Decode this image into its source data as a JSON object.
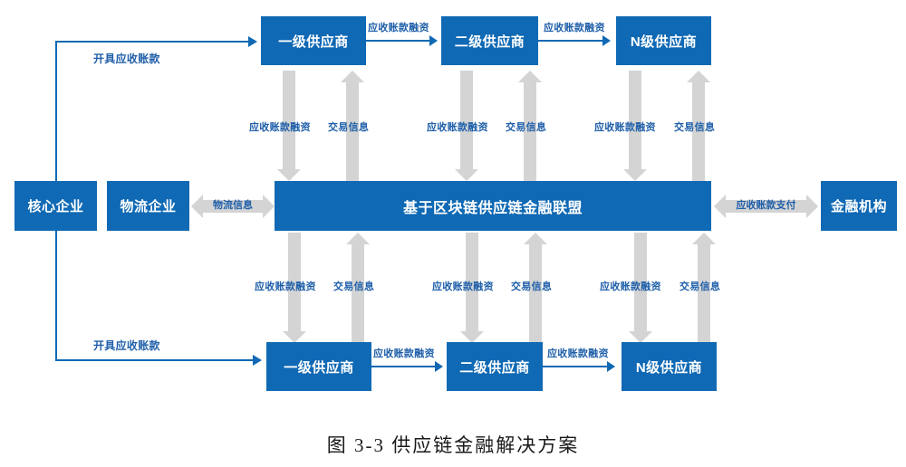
{
  "figure": {
    "caption": "图 3-3 供应链金融解决方案",
    "colors": {
      "node_blue": "#1069b4",
      "line_blue": "#1069b4",
      "label_blue": "#1f5fa9",
      "grey_arrow": "#d4d4d4",
      "background": "#ffffff"
    }
  },
  "nodes": {
    "core_enterprise": "核心企业",
    "logistics_enterprise": "物流企业",
    "alliance": "基于区块链供应链金融联盟",
    "financial_institution": "金融机构",
    "top_suppliers": [
      {
        "label": "一级供应商"
      },
      {
        "label": "二级供应商"
      },
      {
        "label": "N级供应商"
      }
    ],
    "bottom_suppliers": [
      {
        "label": "一级供应商"
      },
      {
        "label": "二级供应商"
      },
      {
        "label": "N级供应商"
      }
    ]
  },
  "edges": {
    "issue_receivable_top": "开具应收账款",
    "issue_receivable_bottom": "开具应收账款",
    "receivable_financing": "应收账款融资",
    "transaction_info": "交易信息",
    "logistics_info": "物流信息",
    "receivable_payment": "应收账款支付",
    "top_chain": [
      {
        "label": "应收账款融资"
      },
      {
        "label": "应收账款融资"
      }
    ],
    "bottom_chain": [
      {
        "label": "应收账款融资"
      },
      {
        "label": "应收账款融资"
      }
    ],
    "top_vertical_pairs": [
      {
        "financing": "应收账款融资",
        "info": "交易信息"
      },
      {
        "financing": "应收账款融资",
        "info": "交易信息"
      },
      {
        "financing": "应收账款融资",
        "info": "交易信息"
      }
    ],
    "bottom_vertical_pairs": [
      {
        "financing": "应收账款融资",
        "info": "交易信息"
      },
      {
        "financing": "应收账款融资",
        "info": "交易信息"
      },
      {
        "financing": "应收账款融资",
        "info": "交易信息"
      }
    ]
  }
}
